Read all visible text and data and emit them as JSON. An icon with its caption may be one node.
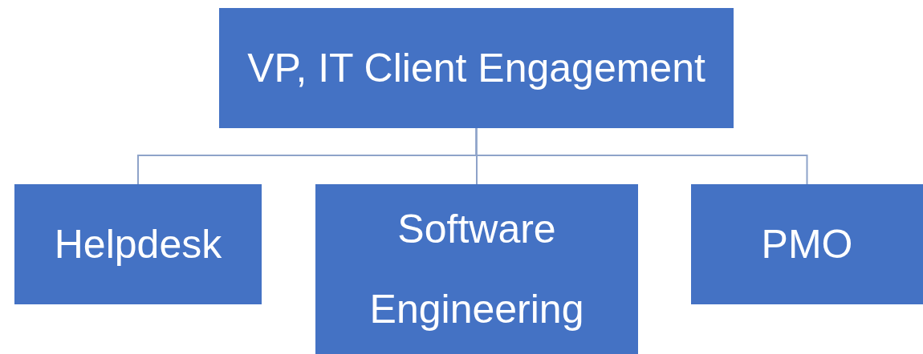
{
  "diagram": {
    "nodes": [
      {
        "text": [
          "VP, IT Client Engagement"
        ]
      },
      {
        "text": [
          "Helpdesk"
        ]
      },
      {
        "text": [
          "Software Engineering"
        ]
      },
      {
        "text": [
          "PMO"
        ]
      }
    ],
    "edges": [
      {
        "from": 0,
        "to": 1,
        "arrow": "none"
      },
      {
        "from": 0,
        "to": 2,
        "arrow": "none"
      },
      {
        "from": 0,
        "to": 3,
        "arrow": "none"
      }
    ]
  }
}
